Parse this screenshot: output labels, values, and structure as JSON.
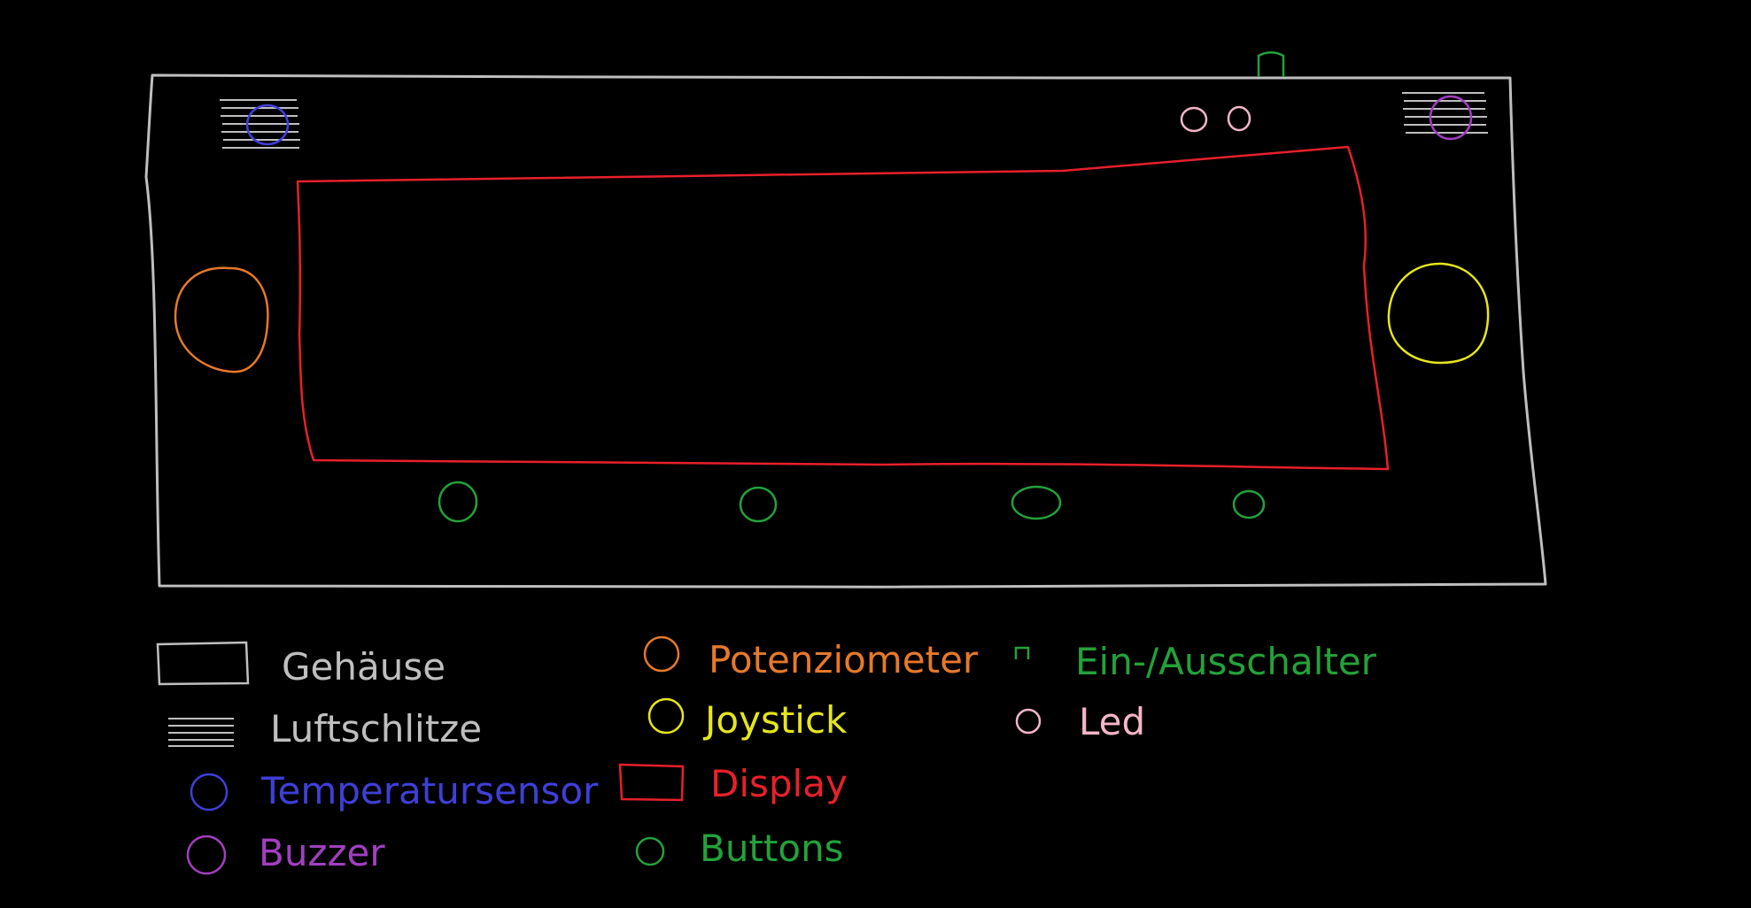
{
  "colors": {
    "gehaeuse": "#bfbfbf",
    "luftschlitze": "#bfbfbf",
    "temperatursensor": "#3f3fd8",
    "buzzer": "#a23fc0",
    "potenziometer": "#e6792a",
    "joystick": "#e6e61c",
    "display": "#e8202a",
    "buttons": "#23a23a",
    "schalter": "#23a23a",
    "led": "#f5b6c8"
  },
  "legend": {
    "gehaeuse": "Gehäuse",
    "luftschlitze": "Luftschlitze",
    "temperatursensor": "Temperatursensor",
    "buzzer": "Buzzer",
    "potenziometer": "Potenziometer",
    "joystick": "Joystick",
    "display": "Display",
    "buttons": "Buttons",
    "schalter": "Ein-/Ausschalter",
    "led": "Led"
  }
}
